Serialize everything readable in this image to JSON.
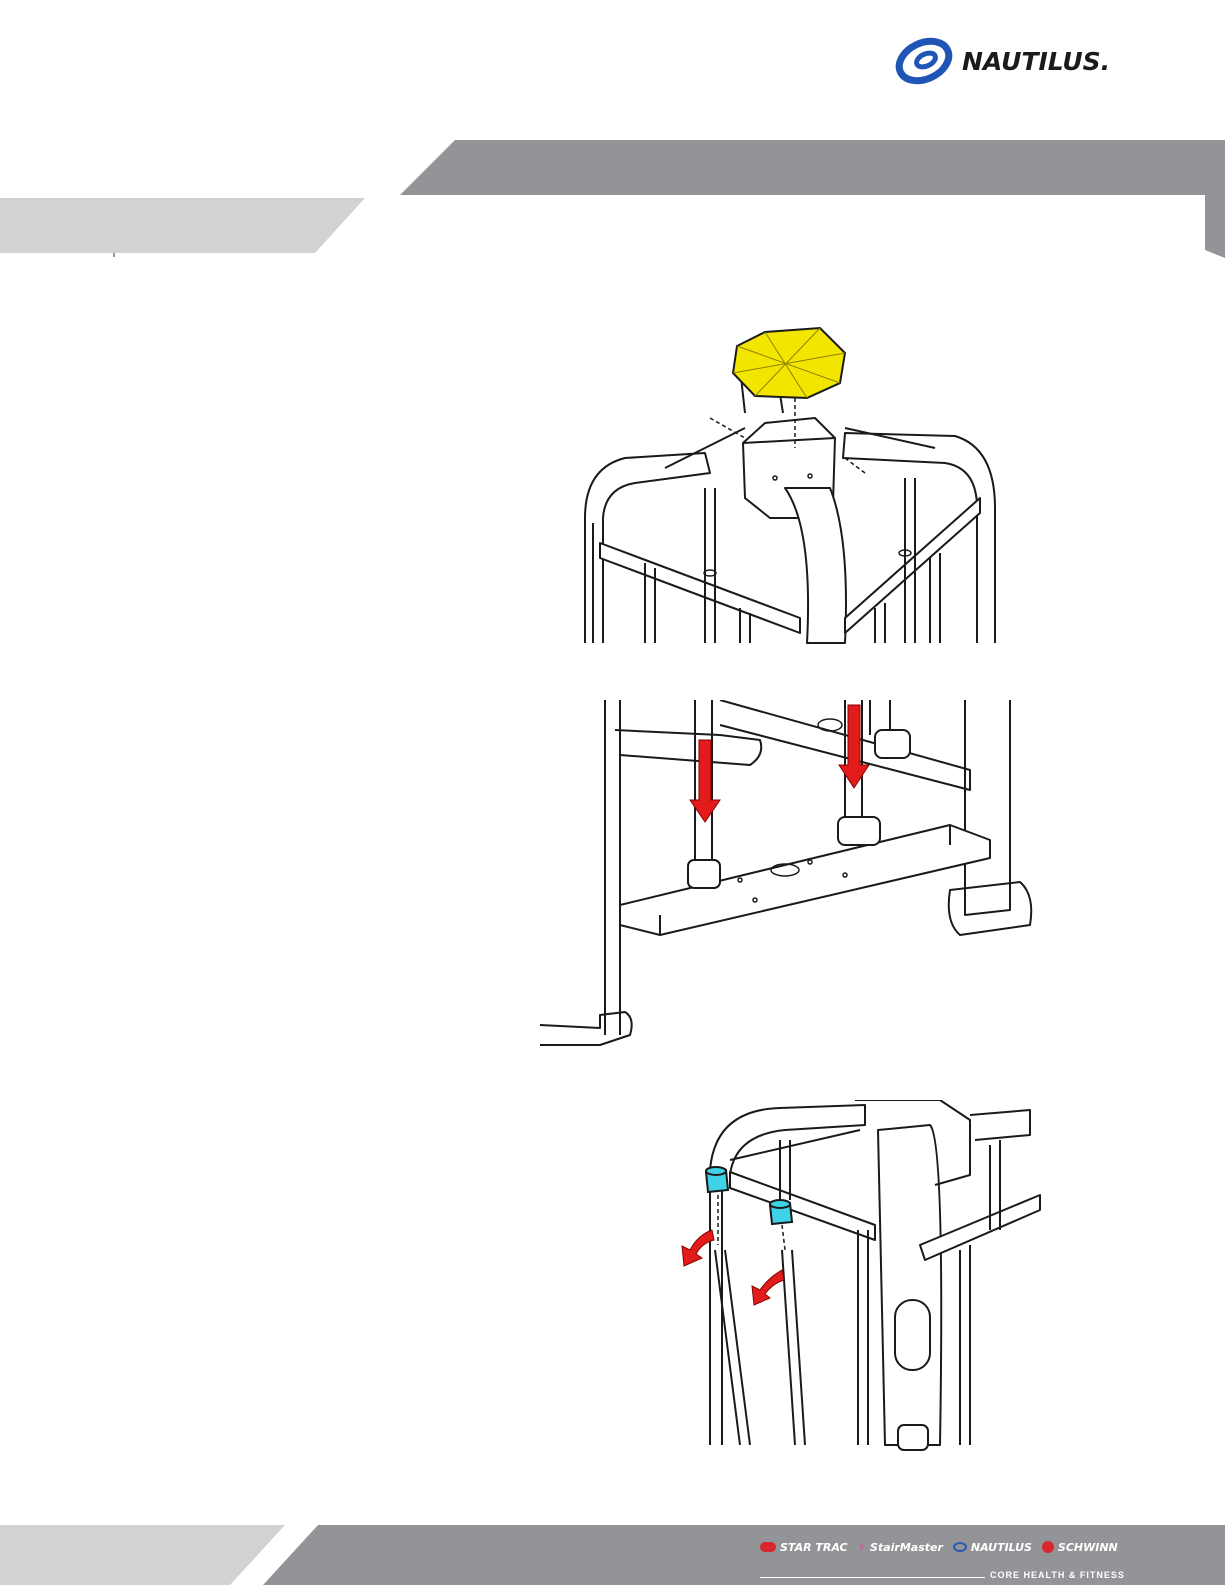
{
  "header": {
    "brand_logo_name": "NAUTILUS",
    "registered_mark": "®"
  },
  "figures": {
    "step1_part_color": "#f2e600",
    "step2_arrow_color": "#e21b1b",
    "step3_cap_color": "#3ed3e6"
  },
  "footer": {
    "brands": [
      "STAR TRAC",
      "StairMaster",
      "NAUTILUS",
      "SCHWINN"
    ],
    "parent_company": "CORE HEALTH & FITNESS"
  },
  "colors": {
    "band_gray": "#929497",
    "band_light": "#d1d2d4",
    "logo_blue": "#1f55b5"
  }
}
